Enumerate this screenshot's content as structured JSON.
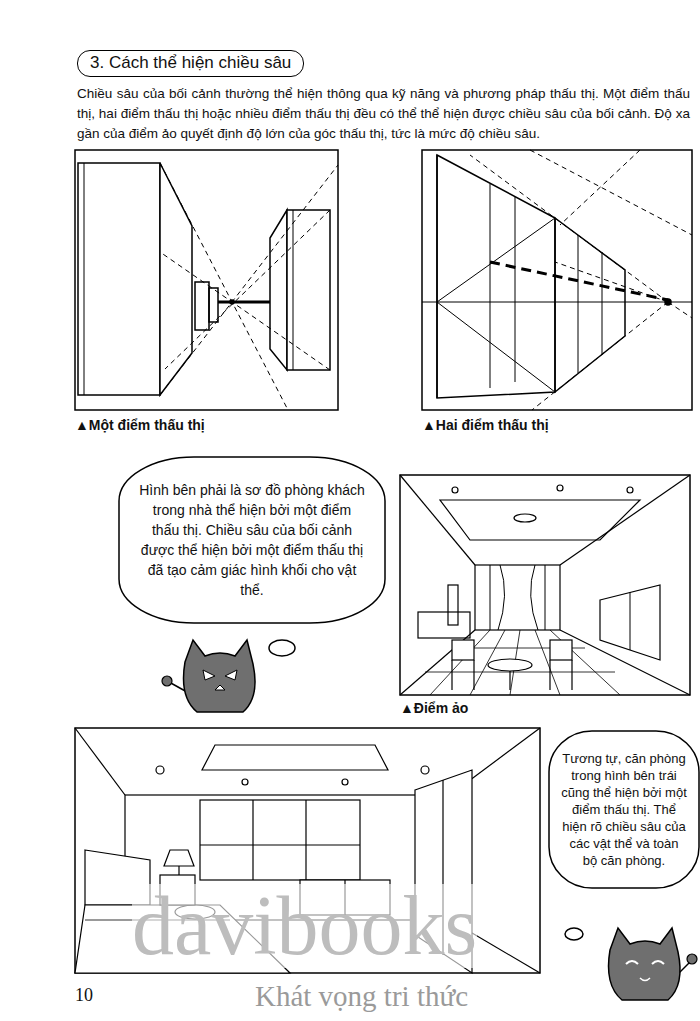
{
  "diagram": {
    "title": "3. Cách thể hiện chiều sâu",
    "nodes": [
      {
        "text": [
          "Hình bên phải là sơ đồ phòng khách trong nhà thể hiện bởi một điểm thấu thị. Chiều sâu của bối cảnh được thể hiện bởi một điểm thấu thị đã tạo cảm giác hình khối cho vật thể."
        ]
      },
      {
        "text": [
          "Tương tự, căn phòng trong hình bên trái cũng thể hiện bởi một điểm thấu thị. Thể hiện rõ chiều sâu của các vật thể và toàn bộ căn phòng."
        ]
      }
    ],
    "labels": [
      "Chiều sâu của bối cảnh thường thể hiện thông qua kỹ năng và phương pháp thấu thị. Một điểm thấu thị, hai điểm thấu thị hoặc nhiều điểm thấu thị đều có thể thể hiện được chiều sâu của bối cảnh. Độ xa gần của điểm ảo quyết định độ lớn của góc thấu thị, tức là mức độ chiều sâu.",
      "▲Một điểm thấu thị",
      "▲Hai điểm thấu thị",
      "▲Điểm ảo",
      "davibooks",
      "10",
      "Khát vọng tri thức"
    ]
  }
}
